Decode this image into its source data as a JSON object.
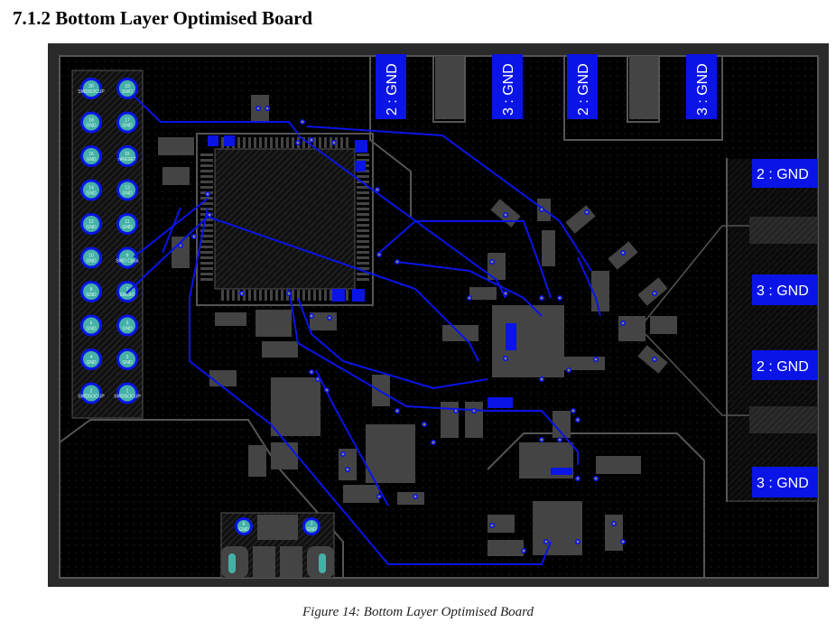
{
  "document": {
    "section_title": "7.1.2 Bottom Layer Optimised Board",
    "caption": "Figure 14: Bottom Layer Optimised Board"
  },
  "board": {
    "top_labels": [
      "2 : GND",
      "3 : GND",
      "2 : GND",
      "3 : GND"
    ],
    "right_labels": [
      "2 : GND",
      "3 : GND",
      "2 : GND",
      "3 : GND"
    ],
    "header_left": [
      {
        "num": "20",
        "name": "SWDSOCUP"
      },
      {
        "num": "18",
        "name": "GND"
      },
      {
        "num": "16",
        "name": "GND"
      },
      {
        "num": "14",
        "name": "GND"
      },
      {
        "num": "12",
        "name": "GND"
      },
      {
        "num": "10",
        "name": "GND"
      },
      {
        "num": "8",
        "name": "GND"
      },
      {
        "num": "6",
        "name": "GND"
      },
      {
        "num": "4",
        "name": "GND"
      },
      {
        "num": "2",
        "name": "SWDSOCUP"
      }
    ],
    "header_right": [
      {
        "num": "19",
        "name": "SWO"
      },
      {
        "num": "17",
        "name": "GND"
      },
      {
        "num": "15",
        "name": "nRESET"
      },
      {
        "num": "13",
        "name": "GND"
      },
      {
        "num": "11",
        "name": "GND"
      },
      {
        "num": "9",
        "name": "SWD Clock"
      },
      {
        "num": "7",
        "name": "SWDIO"
      },
      {
        "num": "5",
        "name": "GND"
      },
      {
        "num": "3",
        "name": "GND"
      },
      {
        "num": "1",
        "name": "SWDSOCUP"
      }
    ],
    "usb_pads": [
      {
        "num": "5",
        "name": "GND"
      },
      {
        "num": "7",
        "name": "GND"
      }
    ],
    "colors": {
      "copper": "#0a14e6",
      "pad": "#45b0a8",
      "silk": "#555555",
      "board": "#000000"
    }
  }
}
